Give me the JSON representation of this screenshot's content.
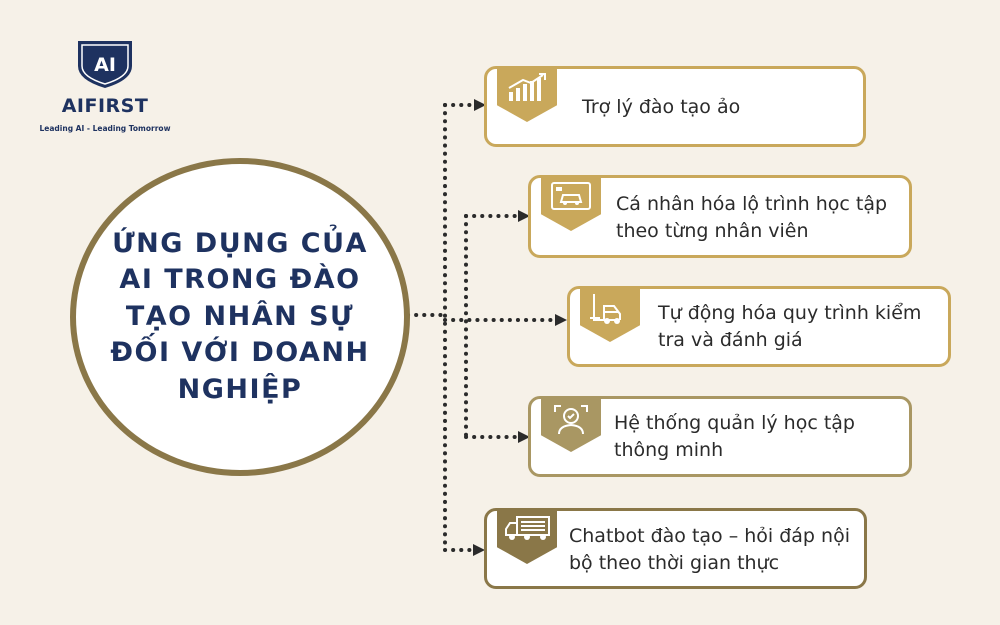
{
  "logo": {
    "monogram": "AI",
    "brand": "AIFIRST",
    "tagline": "Leading AI - Leading Tomorrow"
  },
  "hub": {
    "title": "ỨNG DỤNG CỦA AI TRONG ĐÀO TẠO NHÂN SỰ ĐỐI VỚI DOANH NGHIỆP"
  },
  "colors": {
    "navy": "#1e3260",
    "gold": "#c9a85b",
    "khaki": "#8a7748",
    "sand": "#a99763",
    "background": "#f6f1e8"
  },
  "items": [
    {
      "label": "Trợ lý đào tạo ảo",
      "icon": "growth-chart-icon",
      "color": "#c9a85b"
    },
    {
      "label": "Cá nhân hóa lộ trình học tập theo từng nhân viên",
      "icon": "car-screen-icon",
      "color": "#c9a85b"
    },
    {
      "label": "Tự động hóa quy trình kiểm tra và đánh giá",
      "icon": "forklift-icon",
      "color": "#c9a85b"
    },
    {
      "label": "Hệ thống quản lý học tập thông minh",
      "icon": "face-scan-icon",
      "color": "#a99763"
    },
    {
      "label": "Chatbot đào tạo – hỏi đáp nội bộ theo thời gian thực",
      "icon": "truck-icon",
      "color": "#8a7748"
    }
  ]
}
